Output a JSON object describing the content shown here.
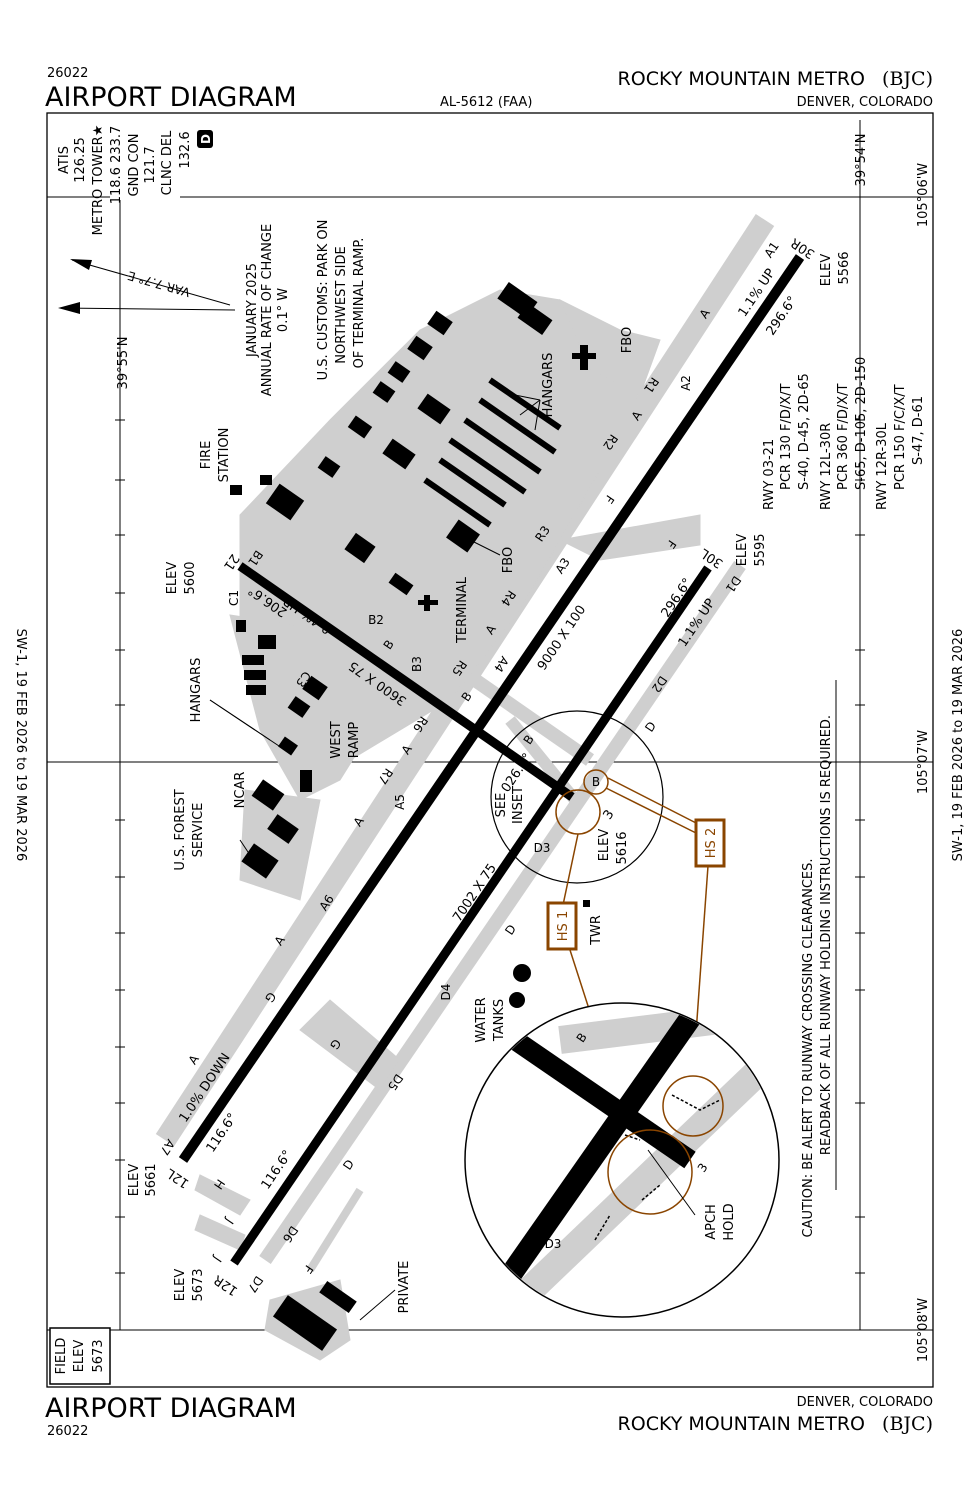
{
  "header": {
    "chart_number": "26022",
    "title": "AIRPORT DIAGRAM",
    "procedure_id": "AL-5612 (FAA)",
    "airport_name": "ROCKY MOUNTAIN METRO",
    "airport_id": "(BJC)",
    "location": "DENVER, COLORADO"
  },
  "footer": {
    "chart_number": "26022",
    "title": "AIRPORT DIAGRAM",
    "airport_name": "ROCKY MOUNTAIN METRO",
    "airport_id": "(BJC)",
    "location": "DENVER, COLORADO"
  },
  "margin": {
    "left": "SW-1,  19 FEB 2026  to  19 MAR 2026",
    "right": "SW-1,  19 FEB 2026  to  19 MAR 2026"
  },
  "frequencies": [
    "ATIS",
    "126.25",
    "METRO TOWER★",
    "118.6  233.7",
    "GND CON",
    "121.7",
    "CLNC DEL",
    "132.6"
  ],
  "airspace_class": "D",
  "coords": {
    "lat1": "39°54'N",
    "lat2": "39°55'N",
    "lon1": "105°06'W",
    "lon2": "105°07'W",
    "lon3": "105°08'W"
  },
  "variation": "VAR 7.7° E",
  "rate_of_change": [
    "JANUARY 2025",
    "ANNUAL RATE OF CHANGE",
    "0.1° W"
  ],
  "customs": [
    "U.S. CUSTOMS: PARK ON",
    "NORTHWEST SIDE",
    "OF TERMINAL RAMP."
  ],
  "runway_data": [
    "RWY 03-21",
    "PCR 130 F/D/X/T",
    "S-40, D-45, 2D-65",
    "RWY 12L-30R",
    "PCR 360 F/D/X/T",
    "S-65, D-105, 2D-150",
    "RWY 12R-30L",
    "PCR 150 F/C/X/T",
    "S-47, D-61"
  ],
  "caution": [
    "CAUTION: BE ALERT TO RUNWAY CROSSING CLEARANCES.",
    "READBACK OF ALL RUNWAY HOLDING INSTRUCTIONS IS REQUIRED."
  ],
  "field_elev": [
    "FIELD",
    "ELEV",
    "5673"
  ],
  "runways": {
    "r12l30r": {
      "dims": "9000 X 100",
      "end1": "12L",
      "end2": "30R",
      "hdg1": "116.6°",
      "hdg2": "296.6°",
      "slope1": "1.0% DOWN",
      "slope2": "1.1% UP",
      "elev1": [
        "ELEV",
        "5661"
      ],
      "elev2": [
        "ELEV",
        "5566"
      ]
    },
    "r12r30l": {
      "dims": "7002 X 75",
      "end1": "12R",
      "end2": "30L",
      "hdg1": "116.6°",
      "hdg2": "296.6°",
      "slope2": "1.1% UP",
      "elev1": [
        "ELEV",
        "5673"
      ],
      "elev2": [
        "ELEV",
        "5595"
      ]
    },
    "r0321": {
      "dims": "3600 X 75",
      "end1": "3",
      "end2": "21",
      "hdg1": "026.6°",
      "hdg2": "206.6°",
      "slope2": "0.4% UP",
      "elev1": [
        "ELEV",
        "5616"
      ],
      "elev2": [
        "ELEV",
        "5600"
      ]
    }
  },
  "features": {
    "fire_station": [
      "FIRE",
      "STATION"
    ],
    "hangars_ne": "HANGARS",
    "hangars_w": "HANGARS",
    "fbo1": "FBO",
    "fbo2": "FBO",
    "terminal": "TERMINAL",
    "west_ramp": [
      "WEST",
      "RAMP"
    ],
    "ncar": "NCAR",
    "forest": [
      "U.S. FOREST",
      "SERVICE"
    ],
    "see_inset": [
      "SEE",
      "INSET"
    ],
    "twr": "TWR",
    "water_tanks": [
      "WATER",
      "TANKS"
    ],
    "private": "PRIVATE",
    "hs1": "HS 1",
    "hs2": "HS 2",
    "apch_hold": [
      "APCH",
      "HOLD"
    ]
  },
  "taxiways": [
    "A1",
    "A",
    "R1",
    "A2",
    "A",
    "R2",
    "F",
    "F",
    "R3",
    "A3",
    "R4",
    "A",
    "A4",
    "B",
    "R5",
    "B3",
    "B",
    "B2",
    "C1",
    "B1",
    "C3",
    "R6",
    "A",
    "R7",
    "A5",
    "A",
    "B",
    "D3",
    "D",
    "D4",
    "A6",
    "A",
    "G",
    "G",
    "A",
    "D5",
    "D",
    "A7",
    "H",
    "J",
    "J",
    "D6",
    "F",
    "D7",
    "D1",
    "D2",
    "D"
  ],
  "inset_labels": [
    "B",
    "B",
    "3",
    "D3"
  ],
  "colors": {
    "pavement": "#cfcfcf",
    "runway": "#000000",
    "hotspot": "#8a4500"
  }
}
